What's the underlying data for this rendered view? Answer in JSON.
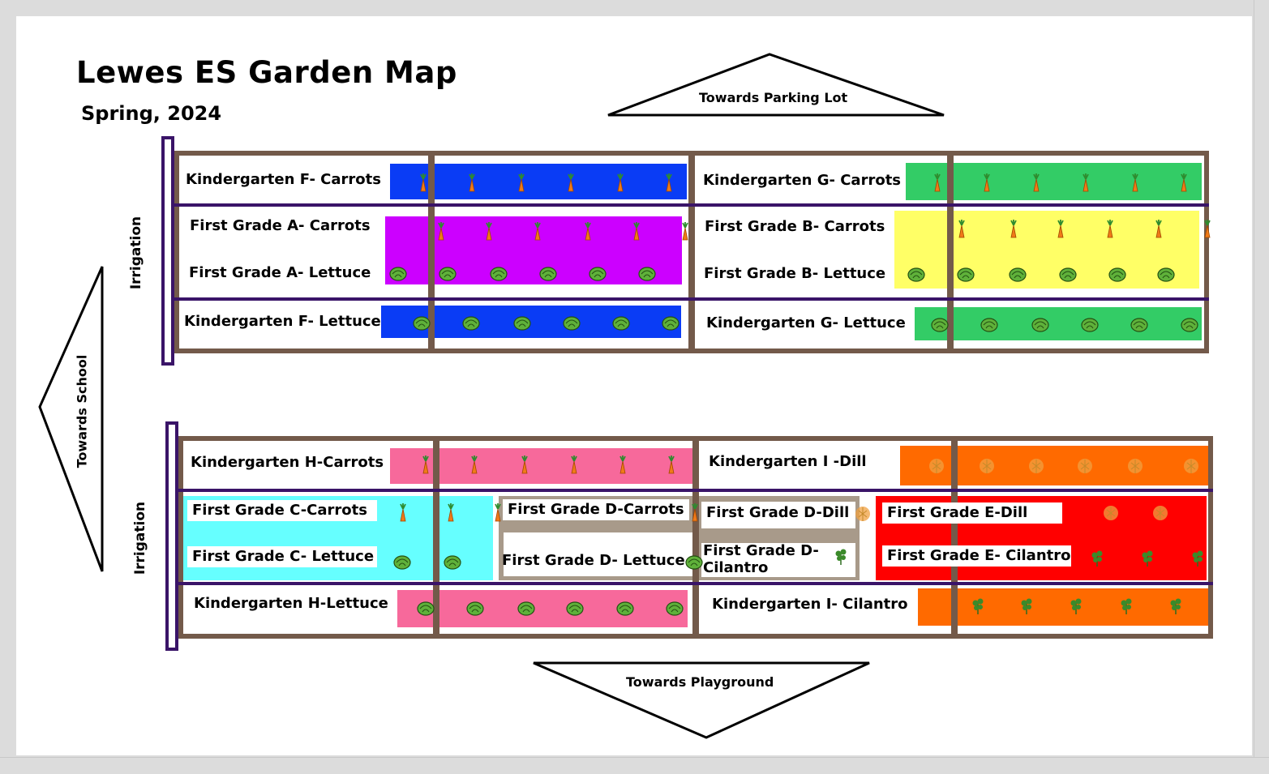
{
  "title": "Lewes ES Garden Map",
  "subtitle": "Spring, 2024",
  "directions": {
    "top": "Towards Parking Lot",
    "bottom": "Towards Playground",
    "left": "Towards School"
  },
  "irrigation_label": "Irrigation",
  "colors": {
    "frame": "#735a4a",
    "divider": "#3a1468",
    "blue": "#0a3cf5",
    "green": "#33cc66",
    "purple": "#cc00ff",
    "yellow": "#ffff66",
    "pink": "#f7699b",
    "orange": "#ff6a00",
    "cyan": "#66ffff",
    "tan": "#a89a8a",
    "red": "#ff0000"
  },
  "plots": {
    "kf_carrots": "Kindergarten F- Carrots",
    "kg_carrots": "Kindergarten G- Carrots",
    "fa_carrots": "First Grade A- Carrots",
    "fa_lettuce": "First Grade A- Lettuce",
    "fb_carrots": "First Grade B- Carrots",
    "fb_lettuce": "First Grade B- Lettuce",
    "kf_lettuce": "Kindergarten F- Lettuce",
    "kg_lettuce": "Kindergarten G- Lettuce",
    "kh_carrots": "Kindergarten H-Carrots",
    "ki_dill": "Kindergarten I -Dill",
    "fc_carrots": "First Grade C-Carrots",
    "fc_lettuce": "First Grade C- Lettuce",
    "fd_carrots": "First Grade D-Carrots",
    "fd_lettuce": "First Grade D- Lettuce",
    "fd_dill": "First Grade D-Dill",
    "fd_cilantro": "First Grade D- Cilantro",
    "fe_dill": "First Grade E-Dill",
    "fe_cilantro": "First Grade E- Cilantro",
    "kh_lettuce": "Kindergarten H-Lettuce",
    "ki_cilantro": "Kindergarten I- Cilantro"
  },
  "icons": {
    "carrot": "carrot-icon",
    "lettuce": "lettuce-icon",
    "dill": "dill-icon",
    "cilantro": "cilantro-icon"
  }
}
